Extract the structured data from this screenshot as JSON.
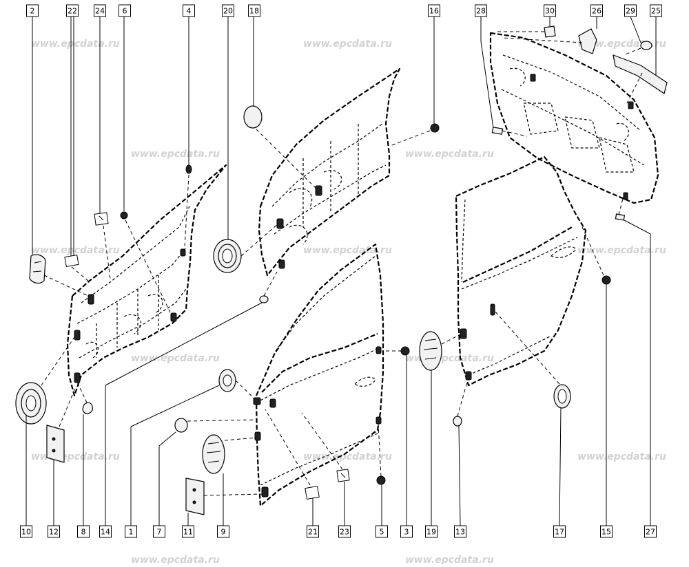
{
  "watermark": "www.epcdata.ru",
  "callouts_top": [
    "2",
    "22",
    "24",
    "6",
    "4",
    "20",
    "18",
    "16",
    "28",
    "30",
    "26",
    "29",
    "25"
  ],
  "callouts_bottom": [
    "10",
    "12",
    "8",
    "14",
    "1",
    "7",
    "11",
    "9",
    "21",
    "23",
    "5",
    "3",
    "19",
    "13",
    "17",
    "15",
    "27"
  ]
}
